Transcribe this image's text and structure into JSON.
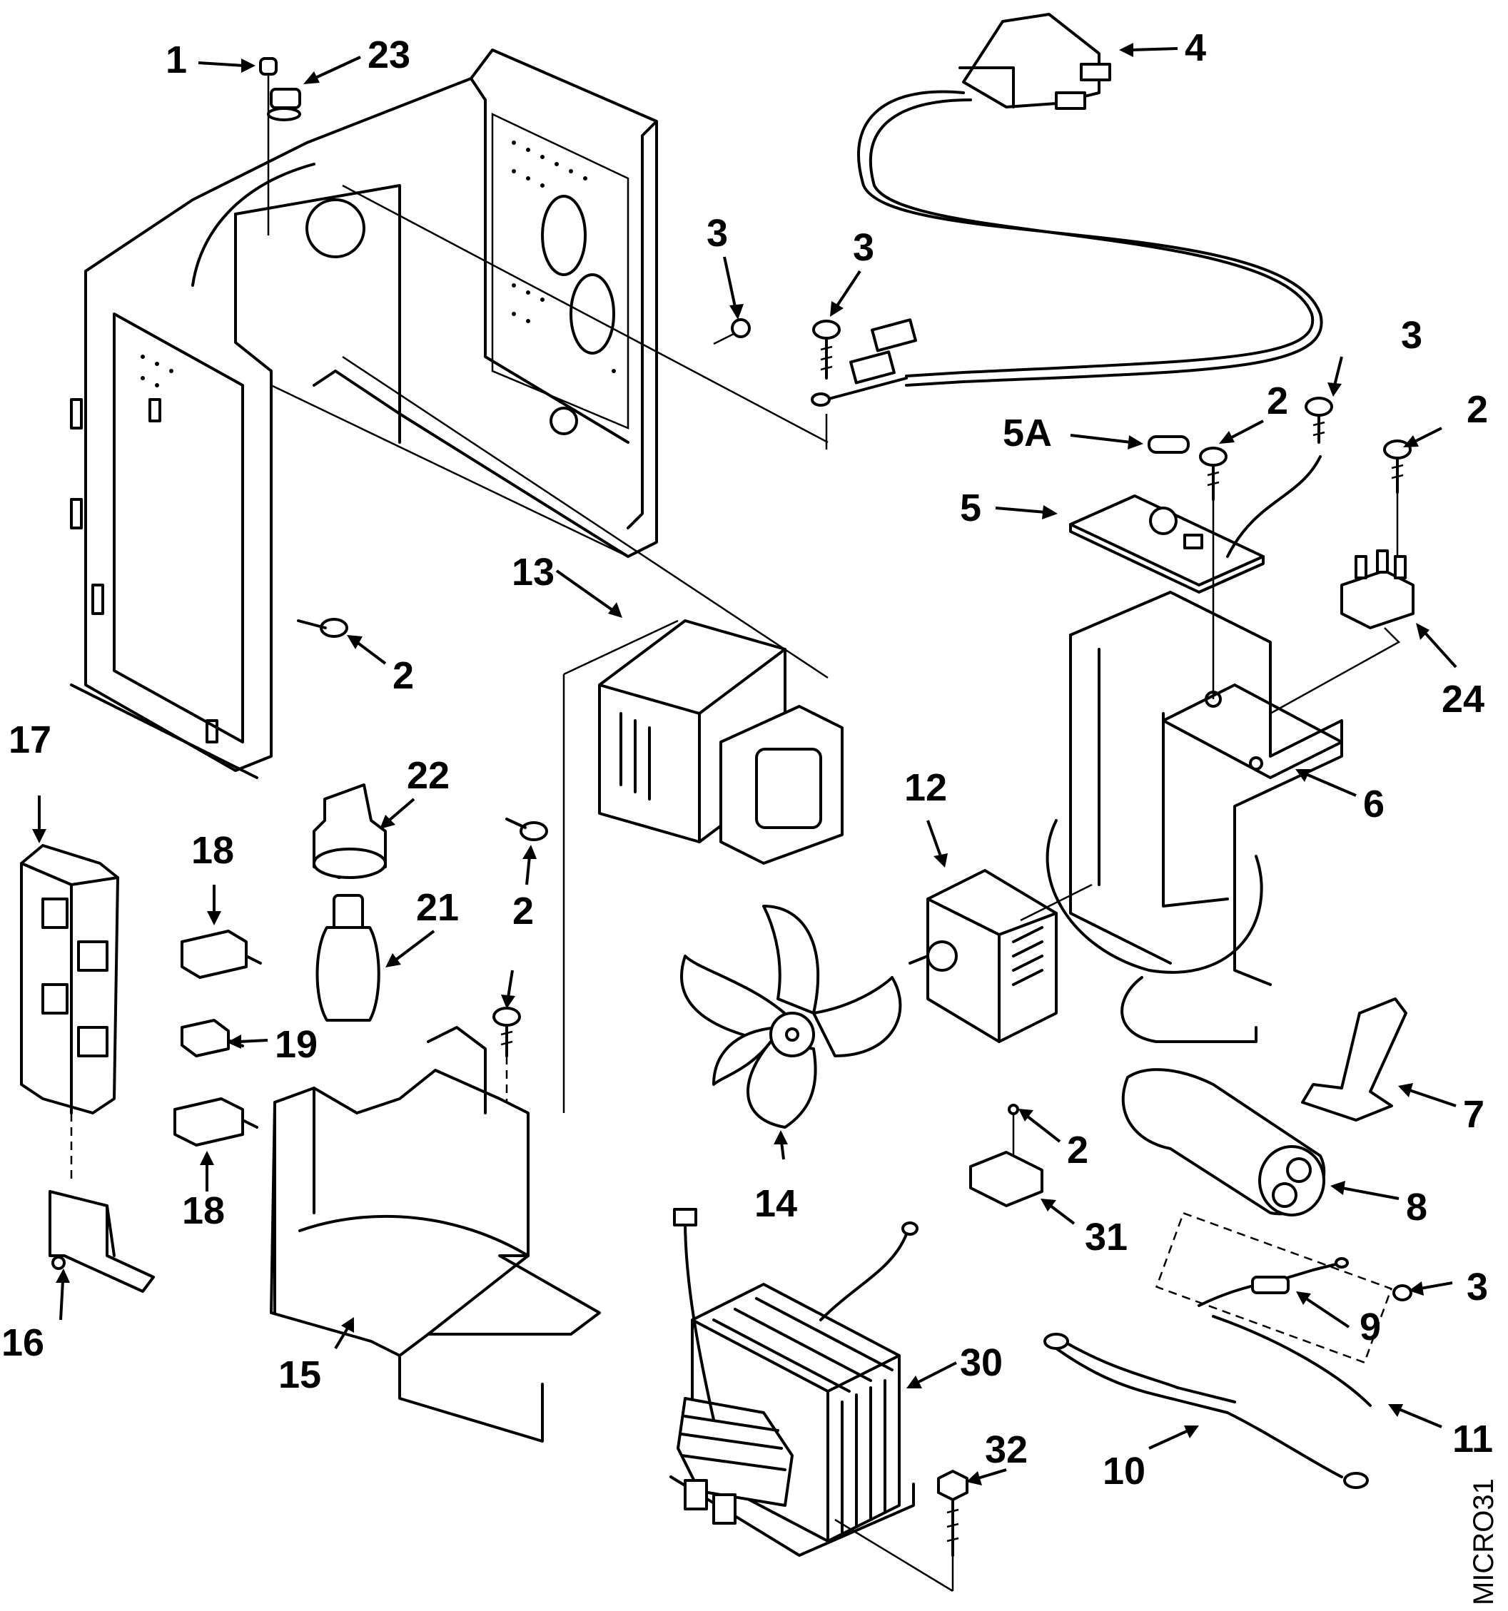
{
  "figure_code": "MICRO31",
  "callouts": [
    {
      "id": "c-1",
      "label": "1"
    },
    {
      "id": "c-23",
      "label": "23"
    },
    {
      "id": "c-4",
      "label": "4"
    },
    {
      "id": "c-3a",
      "label": "3"
    },
    {
      "id": "c-3b",
      "label": "3"
    },
    {
      "id": "c-3c",
      "label": "3"
    },
    {
      "id": "c-5a",
      "label": "5A"
    },
    {
      "id": "c-2a",
      "label": "2"
    },
    {
      "id": "c-2b",
      "label": "2"
    },
    {
      "id": "c-5",
      "label": "5"
    },
    {
      "id": "c-13",
      "label": "13"
    },
    {
      "id": "c-2c",
      "label": "2"
    },
    {
      "id": "c-24",
      "label": "24"
    },
    {
      "id": "c-17",
      "label": "17"
    },
    {
      "id": "c-22",
      "label": "22"
    },
    {
      "id": "c-6",
      "label": "6"
    },
    {
      "id": "c-12",
      "label": "12"
    },
    {
      "id": "c-18a",
      "label": "18"
    },
    {
      "id": "c-2d",
      "label": "2"
    },
    {
      "id": "c-21",
      "label": "21"
    },
    {
      "id": "c-19",
      "label": "19"
    },
    {
      "id": "c-7",
      "label": "7"
    },
    {
      "id": "c-2e",
      "label": "2"
    },
    {
      "id": "c-18b",
      "label": "18"
    },
    {
      "id": "c-14",
      "label": "14"
    },
    {
      "id": "c-8",
      "label": "8"
    },
    {
      "id": "c-31",
      "label": "31"
    },
    {
      "id": "c-3d",
      "label": "3"
    },
    {
      "id": "c-16",
      "label": "16"
    },
    {
      "id": "c-9",
      "label": "9"
    },
    {
      "id": "c-30",
      "label": "30"
    },
    {
      "id": "c-15",
      "label": "15"
    },
    {
      "id": "c-11",
      "label": "11"
    },
    {
      "id": "c-32",
      "label": "32"
    },
    {
      "id": "c-10",
      "label": "10"
    }
  ]
}
